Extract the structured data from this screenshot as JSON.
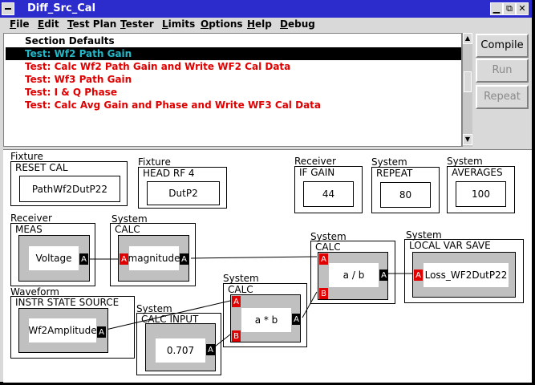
{
  "window": {
    "title": "Diff_Src_Cal"
  },
  "menu": [
    "File",
    "Edit",
    "Test Plan",
    "Tester",
    "Limits",
    "Options",
    "Help",
    "Debug"
  ],
  "list": [
    {
      "text": "Section Defaults"
    },
    {
      "text": "Test: Wf2 Path Gain"
    },
    {
      "text": "Test: Calc Wf2 Path Gain and Write WF2 Cal Data"
    },
    {
      "text": "Test: Wf3 Path Gain"
    },
    {
      "text": "Test: I & Q Phase"
    },
    {
      "text": "Test: Calc Avg Gain and Phase and Write WF3 Cal Data"
    }
  ],
  "actions": {
    "compile": "Compile",
    "run": "Run",
    "repeat": "Repeat"
  },
  "blocks": {
    "reset_cal": {
      "section": "Fixture",
      "title": "RESET CAL",
      "value": "PathWf2DutP22"
    },
    "head_rf": {
      "section": "Fixture",
      "title": "HEAD RF 4",
      "value": "DutP2"
    },
    "if_gain": {
      "section": "Receiver",
      "title": "IF GAIN",
      "value": "44"
    },
    "repeat": {
      "section": "System",
      "title": "REPEAT",
      "value": "80"
    },
    "averages": {
      "section": "System",
      "title": "AVERAGES",
      "value": "100"
    },
    "meas": {
      "section": "Receiver",
      "title": "MEAS",
      "value": "Voltage"
    },
    "calc_mag": {
      "section": "System",
      "title": "CALC",
      "value": "magnitude"
    },
    "calc_div": {
      "section": "System",
      "title": "CALC",
      "value": "a / b"
    },
    "local_var": {
      "section": "System",
      "title": "LOCAL VAR SAVE",
      "value": "Loss_WF2DutP22"
    },
    "instr_state": {
      "section": "Waveform",
      "title": "INSTR STATE SOURCE",
      "value": "Wf2Amplitude"
    },
    "calc_mul": {
      "section": "System",
      "title": "CALC",
      "value": "a * b"
    },
    "calc_input": {
      "section": "System",
      "title": "CALC INPUT",
      "value": "0.707"
    }
  },
  "ports": {
    "a": "A",
    "b": "B"
  },
  "colors": {
    "titlebar": "#2c2ccc",
    "selected_bg": "#000000",
    "selected_fg": "#22b8c8",
    "test_item": "#e00000",
    "port_in": "#e00000",
    "port_out": "#000000"
  }
}
